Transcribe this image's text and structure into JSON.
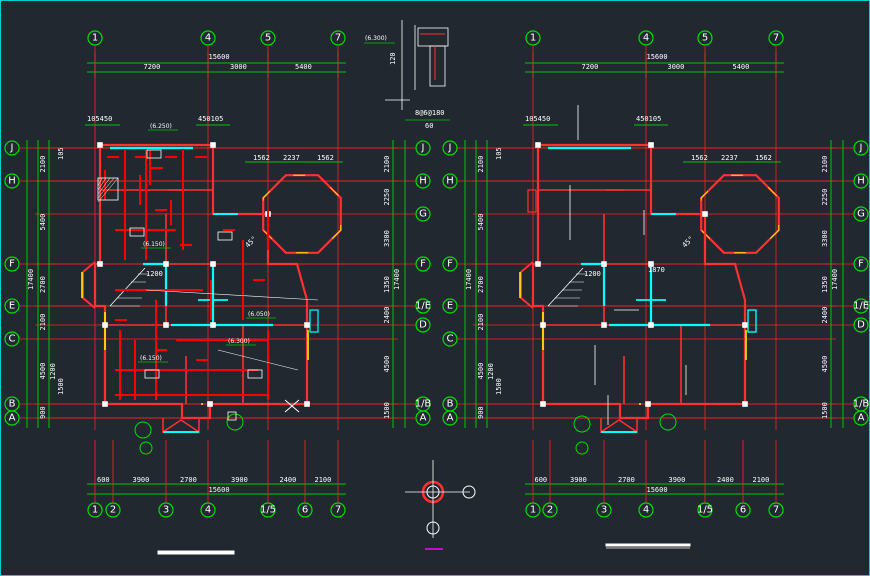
{
  "colors": {
    "background": "#212830",
    "axis": "#00e000",
    "grid": "#ff2020",
    "wall": "#ff3030",
    "beam": "#ff0000",
    "cyan": "#00ffff",
    "dim": "#00c800",
    "text": "#ffffff",
    "yellow": "#ffff00",
    "magenta": "#ff00ff"
  },
  "axes": {
    "top": [
      "1",
      "4",
      "5",
      "7"
    ],
    "bottom": [
      "1",
      "2",
      "3",
      "4",
      "1/5",
      "6",
      "7"
    ],
    "left": [
      "J",
      "H",
      "F",
      "E",
      "C",
      "B",
      "A"
    ],
    "right": [
      "J",
      "H",
      "G",
      "F",
      "1/E",
      "D",
      "1/B",
      "A"
    ]
  },
  "dims": {
    "top_total": "15600",
    "top_parts": [
      "7200",
      "3000",
      "5400"
    ],
    "bottom_total": "15600",
    "bottom_parts": [
      "600",
      "3900",
      "2700",
      "3900",
      "2400",
      "2100"
    ],
    "left_outer": "17400",
    "left_parts": [
      "2100",
      "5400",
      "2700",
      "2100",
      "4500",
      "900"
    ],
    "left_inner": [
      "105",
      "1500",
      "1200"
    ],
    "right_outer": "17400",
    "right_parts": [
      "2100",
      "2250",
      "3300",
      "1350",
      "2400",
      "4500",
      "1500"
    ],
    "top_small": [
      "105",
      "450",
      "450",
      "105"
    ],
    "bay": [
      "1562",
      "2237",
      "1562"
    ],
    "room_widths": [
      "1200",
      "1870"
    ],
    "angle": "45°"
  },
  "elevations": [
    "(6.250)",
    "(6.050)",
    "(6.150)",
    "(6.150)",
    "(6.300)"
  ],
  "section_detail": {
    "label1": "(6.300)",
    "label2": "120",
    "label3": "60",
    "bolt": "8@6@180"
  },
  "plans": [
    "structural-plan-left",
    "floor-plan-right"
  ]
}
